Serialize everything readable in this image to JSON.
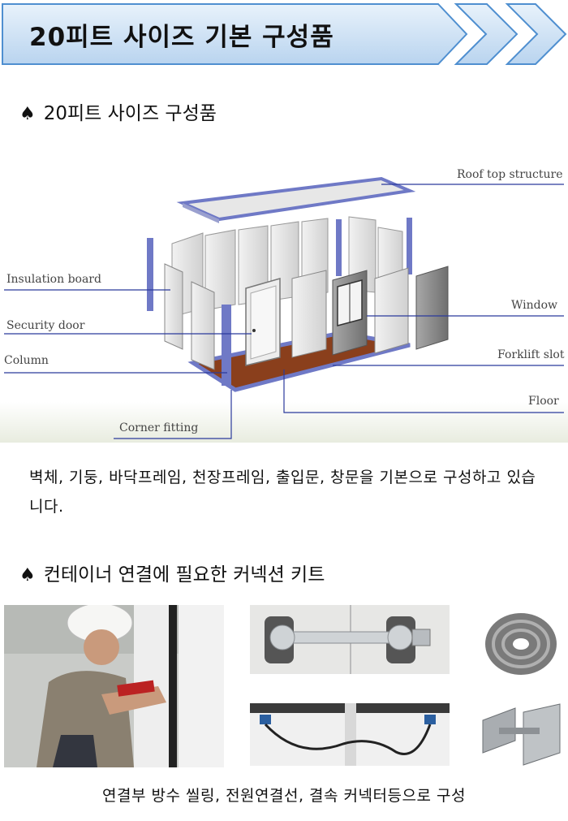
{
  "header": {
    "title": "20피트 사이즈 기본 구성품"
  },
  "section1": {
    "bullet": "♠",
    "heading": "20피트 사이즈 구성품",
    "callouts": {
      "roof": "Roof top structure",
      "insulation": "Insulation board",
      "window": "Window",
      "security_door": "Security door",
      "forklift": "Forklift slot",
      "column": "Column",
      "floor": "Floor",
      "corner": "Corner fitting"
    },
    "description": "벽체, 기둥, 바닥프레임, 천장프레임, 출입문, 창문을 기본으로 구성하고 있습니다."
  },
  "section2": {
    "bullet": "♠",
    "heading": "컨테이너 연결에 필요한 커넥션 키트",
    "caption": "연결부 방수 씰링, 전원연결선, 결속 커넥터등으로 구성"
  },
  "colors": {
    "banner_fill": "#cfe3f6",
    "banner_border": "#4f8fd0",
    "leader_line": "#2b3a9c",
    "floor_wood": "#8a3f1c",
    "frame_blue": "#6f79c6"
  }
}
